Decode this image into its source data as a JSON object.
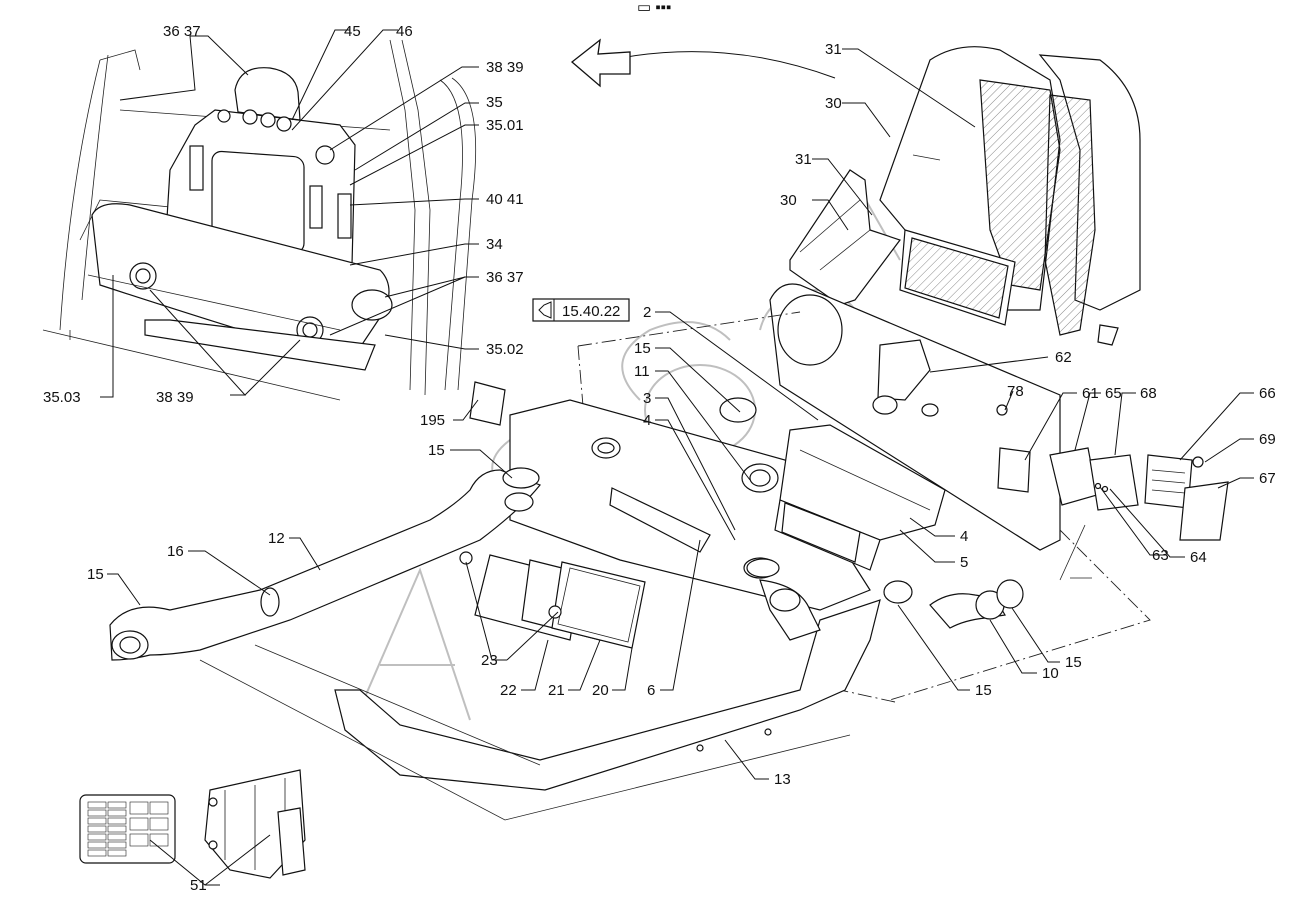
{
  "diagram": {
    "tiny_header": "▭ ▪▪▪",
    "ref_box": {
      "icon": "speaker-icon",
      "text": "15.40.22"
    },
    "labels": [
      {
        "id": "l-36-37-top",
        "text": "36  37"
      },
      {
        "id": "l-45",
        "text": "45"
      },
      {
        "id": "l-46",
        "text": "46"
      },
      {
        "id": "l-38-39-top",
        "text": "38  39"
      },
      {
        "id": "l-35",
        "text": "35"
      },
      {
        "id": "l-35-01",
        "text": "35.01"
      },
      {
        "id": "l-40-41",
        "text": "40  41"
      },
      {
        "id": "l-34",
        "text": "34"
      },
      {
        "id": "l-36-37-mid",
        "text": "36  37"
      },
      {
        "id": "l-35-02",
        "text": "35.02"
      },
      {
        "id": "l-35-03",
        "text": "35.03"
      },
      {
        "id": "l-38-39-bot",
        "text": "38  39"
      },
      {
        "id": "l-31-top",
        "text": "31"
      },
      {
        "id": "l-30-top",
        "text": "30"
      },
      {
        "id": "l-31-mid",
        "text": "31"
      },
      {
        "id": "l-30-mid",
        "text": "30"
      },
      {
        "id": "l-2",
        "text": "2"
      },
      {
        "id": "l-15-a",
        "text": "15"
      },
      {
        "id": "l-11",
        "text": "11"
      },
      {
        "id": "l-3",
        "text": "3"
      },
      {
        "id": "l-4-a",
        "text": "4"
      },
      {
        "id": "l-195",
        "text": "195"
      },
      {
        "id": "l-15-b",
        "text": "15"
      },
      {
        "id": "l-62",
        "text": "62"
      },
      {
        "id": "l-78",
        "text": "78"
      },
      {
        "id": "l-61",
        "text": "61"
      },
      {
        "id": "l-65",
        "text": "65"
      },
      {
        "id": "l-68",
        "text": "68"
      },
      {
        "id": "l-66",
        "text": "66"
      },
      {
        "id": "l-69",
        "text": "69"
      },
      {
        "id": "l-67",
        "text": "67"
      },
      {
        "id": "l-4-b",
        "text": "4"
      },
      {
        "id": "l-5",
        "text": "5"
      },
      {
        "id": "l-63",
        "text": "63"
      },
      {
        "id": "l-64",
        "text": "64"
      },
      {
        "id": "l-12",
        "text": "12"
      },
      {
        "id": "l-16",
        "text": "16"
      },
      {
        "id": "l-15-c",
        "text": "15"
      },
      {
        "id": "l-23",
        "text": "23"
      },
      {
        "id": "l-22",
        "text": "22"
      },
      {
        "id": "l-21",
        "text": "21"
      },
      {
        "id": "l-20",
        "text": "20"
      },
      {
        "id": "l-6",
        "text": "6"
      },
      {
        "id": "l-15-d",
        "text": "15"
      },
      {
        "id": "l-10",
        "text": "10"
      },
      {
        "id": "l-15-e",
        "text": "15"
      },
      {
        "id": "l-13",
        "text": "13"
      },
      {
        "id": "l-51",
        "text": "51"
      }
    ]
  }
}
